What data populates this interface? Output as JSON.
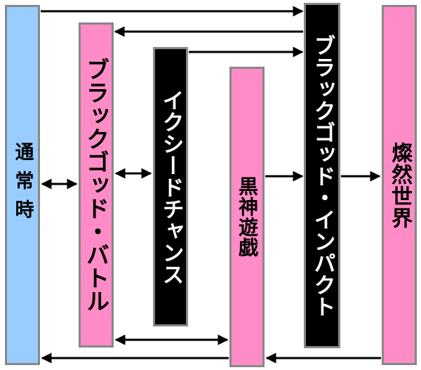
{
  "colors": {
    "blue_fill": "#99ccff",
    "pink_fill": "#ff8cc6",
    "black_fill": "#000000",
    "border": "#888888",
    "dark_text": "#000000",
    "light_text": "#ffffff",
    "arrow": "#000000"
  },
  "columns": [
    {
      "id": "normal",
      "label": "通常時",
      "fill": "blue",
      "text": "dark"
    },
    {
      "id": "battle",
      "label": "ブラックゴッド・バトル",
      "fill": "pink",
      "text": "dark"
    },
    {
      "id": "exceed",
      "label": "イクシードチャンス",
      "fill": "black",
      "text": "light"
    },
    {
      "id": "kokushin",
      "label": "黒神遊戯",
      "fill": "pink",
      "text": "dark"
    },
    {
      "id": "impact",
      "label": "ブラックゴッド・インパクト",
      "fill": "black",
      "text": "light"
    },
    {
      "id": "bakuzen",
      "label": "燦然世界",
      "fill": "pink",
      "text": "dark"
    }
  ],
  "arrows": [
    {
      "from": "normal",
      "to": "impact",
      "direction": "forward"
    },
    {
      "from": "impact",
      "to": "battle",
      "direction": "forward"
    },
    {
      "from": "exceed",
      "to": "impact",
      "direction": "forward"
    },
    {
      "from": "normal",
      "to": "battle",
      "direction": "both"
    },
    {
      "from": "battle",
      "to": "exceed",
      "direction": "both"
    },
    {
      "from": "kokushin",
      "to": "impact",
      "direction": "forward"
    },
    {
      "from": "impact",
      "to": "bakuzen",
      "direction": "forward"
    },
    {
      "from": "battle",
      "to": "kokushin",
      "direction": "both"
    },
    {
      "from": "kokushin",
      "to": "normal",
      "direction": "forward"
    },
    {
      "from": "bakuzen",
      "to": "kokushin",
      "direction": "forward"
    }
  ]
}
